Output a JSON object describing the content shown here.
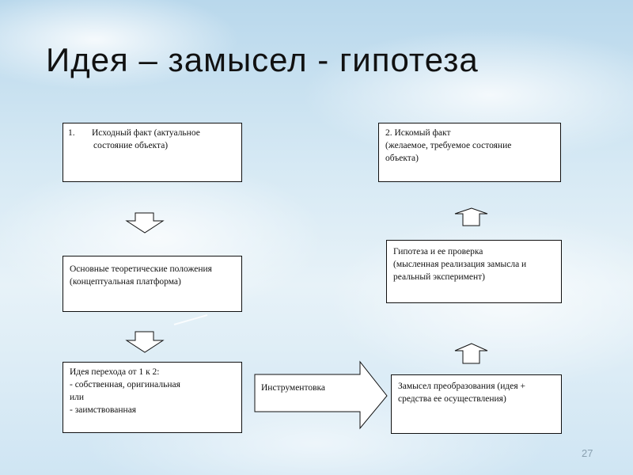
{
  "slide": {
    "title": "Идея – замысел - гипотеза",
    "page_number": "27"
  },
  "boxes": {
    "box1": {
      "number": "1.",
      "line1": "Исходный факт (актуальное",
      "line2": "состояние объекта)"
    },
    "box2": {
      "line1": "2. Искомый факт",
      "line2": "(желаемое, требуемое состояние",
      "line3": "объекта)"
    },
    "box3": {
      "line1": "Основные теоретические положения",
      "line2": "(концептуальная платформа)"
    },
    "box4": {
      "line1": "Гипотеза и ее проверка",
      "line2": "(мысленная реализация замысла и",
      "line3": "реальный эксперимент)"
    },
    "box5": {
      "line1": "Идея перехода от 1 к 2:",
      "line2": "- собственная, оригинальная",
      "line3": "или",
      "line4": "- заимствованная"
    },
    "box6": {
      "line1": "Замысел преобразования (идея +",
      "line2": "средства ее осуществления)"
    }
  },
  "arrow_label": "Инструментовка"
}
